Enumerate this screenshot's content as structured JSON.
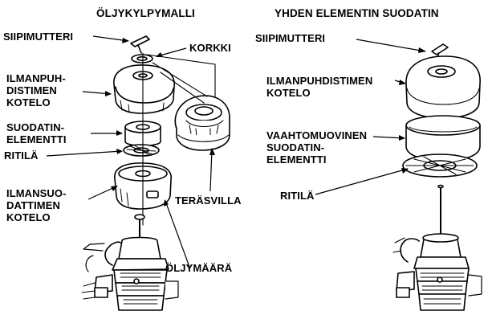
{
  "titles": {
    "left": "ÖLJYKYLPYMALLI",
    "right": "YHDEN ELEMENTIN SUODATIN"
  },
  "left_labels": {
    "wing_nut": "SIIPIMUTTERI",
    "cap": "KORKKI",
    "cover": "ILMANPUH-\nDISTIMEN\nKOTELO",
    "element": "SUODATIN-\nELEMENTTI",
    "grid": "RITILÄ",
    "housing": "ILMANSUO-\nDATTIMEN\nKOTELO",
    "steel_wool": "TERÄSVILLA",
    "oil_level": "ÖLJYMÄÄRÄ"
  },
  "right_labels": {
    "wing_nut": "SIIPIMUTTERI",
    "cover": "ILMANPUHDISTIMEN\nKOTELO",
    "foam": "VAAHTOMUOVINEN\nSUODATIN-\nELEMENTTI",
    "grid": "RITILÄ"
  }
}
